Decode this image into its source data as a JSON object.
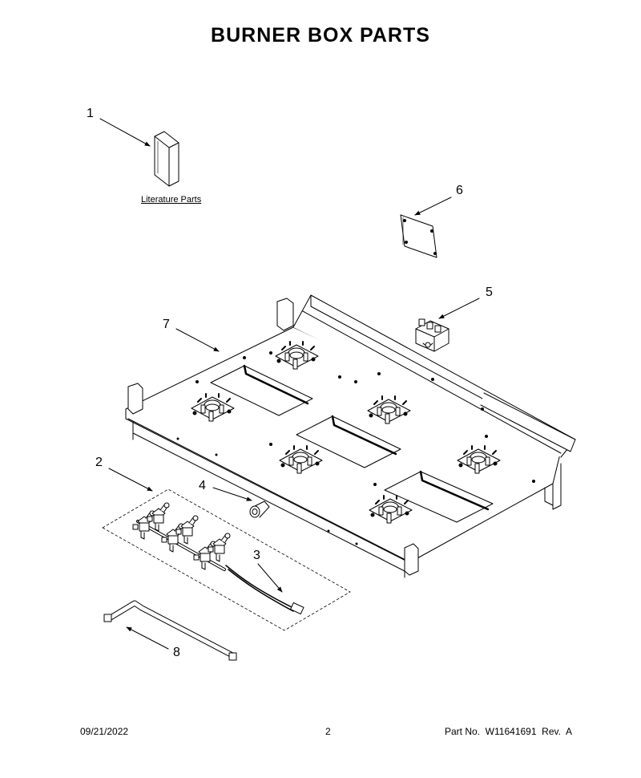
{
  "page": {
    "title": "BURNER BOX PARTS",
    "footer": {
      "date": "09/21/2022",
      "page_number": "2",
      "part_info": "Part No.  W11641691  Rev.  A"
    }
  },
  "callouts": {
    "c1": "1",
    "c2": "2",
    "c3": "3",
    "c4": "4",
    "c5": "5",
    "c6": "6",
    "c7": "7",
    "c8": "8"
  },
  "labels": {
    "literature_parts": "Literature Parts"
  }
}
